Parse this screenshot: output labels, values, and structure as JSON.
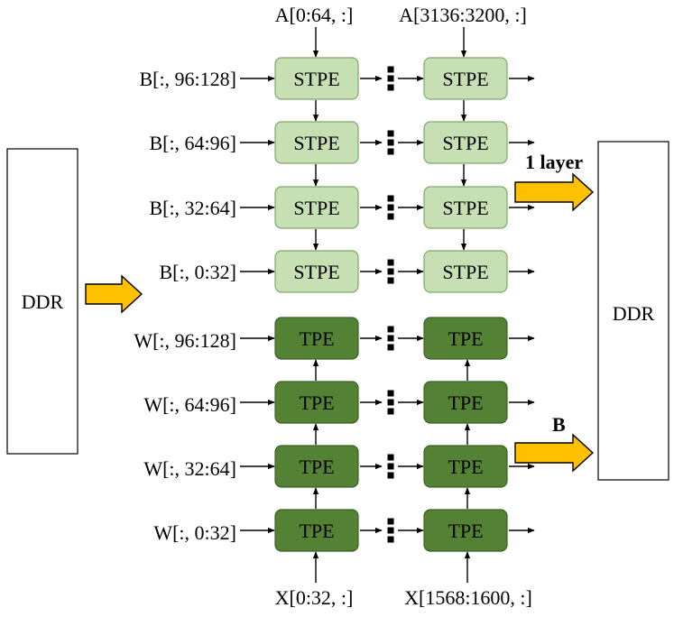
{
  "ddr_left": {
    "label": "DDR"
  },
  "ddr_right": {
    "label": "DDR"
  },
  "top_inputs": [
    "A[0:64, :]",
    "A[3136:3200, :]"
  ],
  "bottom_inputs": [
    "X[0:32, :]",
    "X[1568:1600, :]"
  ],
  "stpe_rows": [
    "B[:, 96:128]",
    "B[:, 64:96]",
    "B[:, 32:64]",
    "B[:, 0:32]"
  ],
  "tpe_rows": [
    "W[:, 96:128]",
    "W[:, 64:96]",
    "W[:, 32:64]",
    "W[:, 0:32]"
  ],
  "stpe_label": "STPE",
  "tpe_label": "TPE",
  "output_labels": {
    "upper": "1 layer",
    "lower": "B"
  },
  "colors": {
    "stpe_fill": "#c6e0b4",
    "stpe_stroke": "#7fa86a",
    "tpe_fill": "#548235",
    "tpe_stroke": "#3d6126",
    "arrow_fill": "#ffc000",
    "arrow_stroke": "#000000"
  }
}
